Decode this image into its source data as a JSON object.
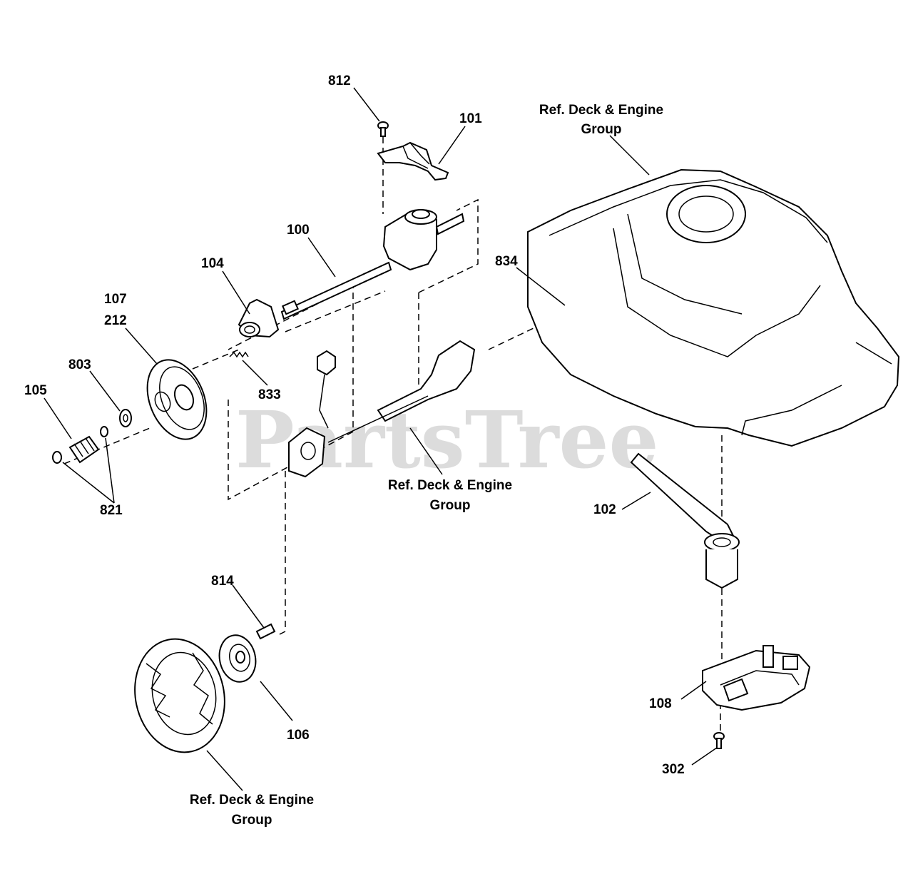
{
  "watermark": {
    "text": "PartsTree",
    "trademark": "™"
  },
  "callouts": {
    "p812": "812",
    "p101": "101",
    "p100": "100",
    "p104": "104",
    "p107": "107",
    "p212": "212",
    "p803": "803",
    "p105": "105",
    "p833": "833",
    "p821": "821",
    "p834": "834",
    "p102": "102",
    "p814": "814",
    "p106": "106",
    "p108": "108",
    "p302": "302"
  },
  "references": {
    "top_right": {
      "line1": "Ref. Deck & Engine",
      "line2": "Group"
    },
    "middle": {
      "line1": "Ref. Deck & Engine",
      "line2": "Group"
    },
    "bottom_left": {
      "line1": "Ref. Deck & Engine",
      "line2": "Group"
    }
  },
  "colors": {
    "ink": "#000000",
    "watermark": "#d0d0d0",
    "background": "#ffffff"
  }
}
